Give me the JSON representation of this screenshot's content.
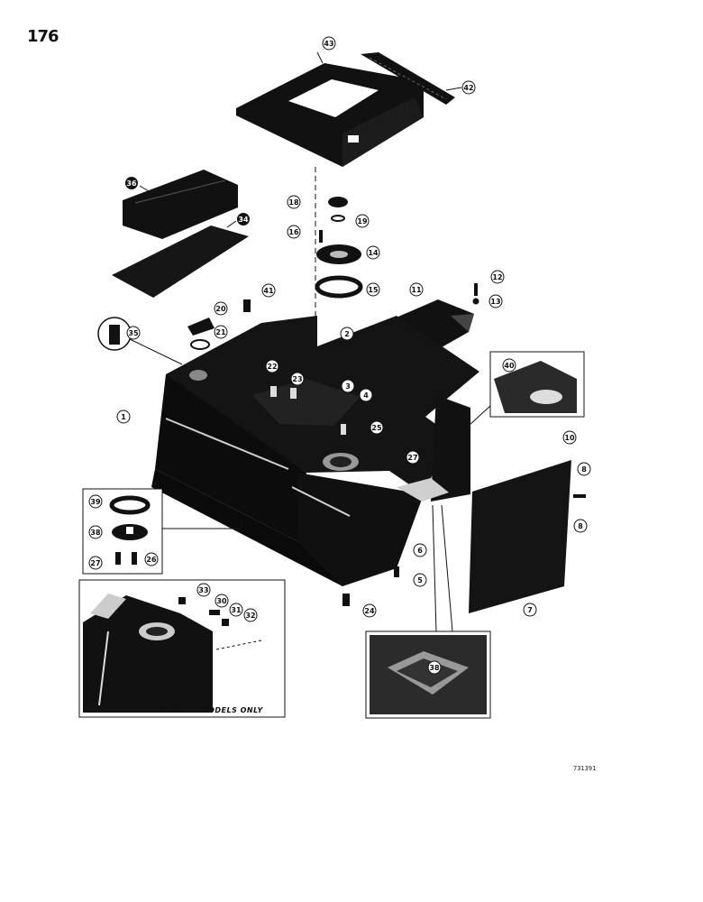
{
  "page_number": "176",
  "figure_code": "731391",
  "drawbar_note": "DRAWBAR MODELS ONLY",
  "callouts": {
    "c43": "43",
    "c42": "42",
    "c36": "36",
    "c34": "34",
    "c18": "18",
    "c19": "19",
    "c16": "16",
    "c14": "14",
    "c15": "15",
    "c12": "12",
    "c13": "13",
    "c11": "11",
    "c41": "41",
    "c20": "20",
    "c21": "21",
    "c35": "35",
    "c2": "2",
    "c22a": "22",
    "c23": "23",
    "c3": "3",
    "c4": "4",
    "c25": "25",
    "c40": "40",
    "c1": "1",
    "c27": "27",
    "c10": "10",
    "c8a": "8",
    "c8b": "8",
    "c39": "39",
    "c38": "38",
    "c27b": "27",
    "c26": "26",
    "c6": "6",
    "c5": "5",
    "c7": "7",
    "c24": "24",
    "c33": "33",
    "c30": "30",
    "c31": "31",
    "c32": "32",
    "c38b": "38"
  }
}
